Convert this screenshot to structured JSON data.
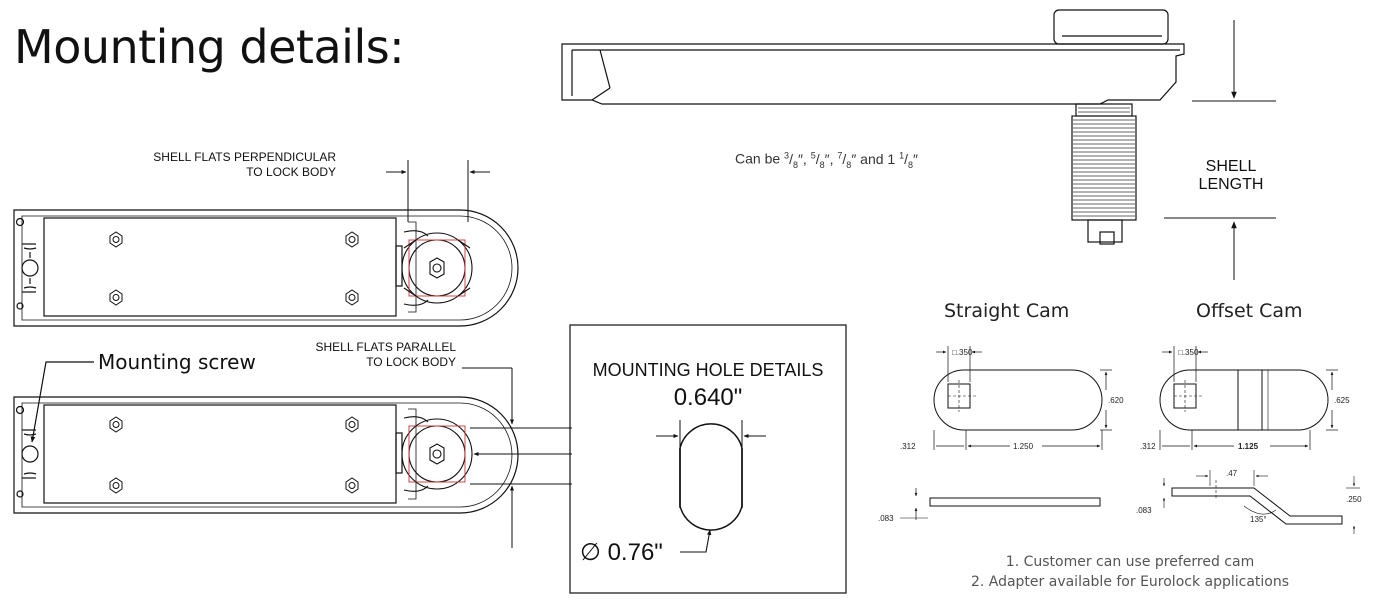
{
  "title": "Mounting details:",
  "perpendicular_label": [
    "SHELL FLATS PERPENDICULAR",
    "TO LOCK BODY"
  ],
  "parallel_label": [
    "SHELL FLATS PARALLEL",
    "TO LOCK BODY"
  ],
  "mounting_screw_label": "Mounting screw",
  "mounting_hole": {
    "heading": "MOUNTING HOLE DETAILS",
    "width": "0.640\"",
    "diameter": "∅ 0.76\""
  },
  "shell_length_label": [
    "SHELL",
    "LENGTH"
  ],
  "shell_sizes": {
    "prefix": "Can be ",
    "sizes": [
      {
        "whole": "",
        "num": "3",
        "den": "8",
        "unit": "″"
      },
      {
        "whole": "",
        "num": "5",
        "den": "8",
        "unit": "″"
      },
      {
        "whole": "",
        "num": "7",
        "den": "8",
        "unit": "″"
      },
      {
        "whole": "1 ",
        "num": "1",
        "den": "8",
        "unit": "″"
      }
    ],
    "separators": [
      ", ",
      ", ",
      " and ",
      ""
    ]
  },
  "straight_cam": {
    "title": "Straight Cam",
    "square": "□.350",
    "height": ".620",
    "offset": ".312",
    "length": "1.250",
    "thickness": ".083"
  },
  "offset_cam": {
    "title": "Offset Cam",
    "square": "□.350",
    "height": ".625",
    "offset": ".312",
    "length": "1.125",
    "thickness": ".083",
    "step": ".47",
    "rise": ".250",
    "angle": "135°"
  },
  "notes": [
    "1. Customer can use preferred cam",
    "2. Adapter available for Eurolock applications"
  ]
}
